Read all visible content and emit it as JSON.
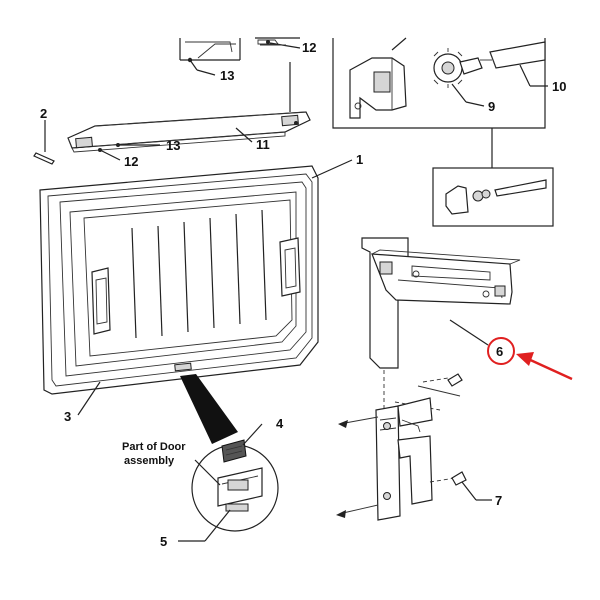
{
  "callouts": {
    "c1": "1",
    "c2": "2",
    "c3": "3",
    "c4": "4",
    "c5": "5",
    "c6": "6",
    "c7": "7",
    "c9": "9",
    "c10": "10",
    "c11": "11",
    "c12a": "12",
    "c12b": "12",
    "c13a": "13",
    "c13b": "13"
  },
  "note": {
    "line1": "Part of Door",
    "line2": "assembly"
  },
  "colors": {
    "highlight": "#e02020",
    "ink": "#222222"
  }
}
